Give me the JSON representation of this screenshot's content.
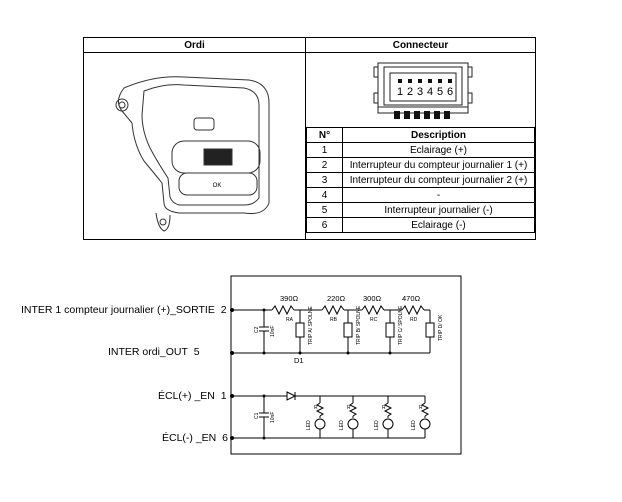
{
  "table": {
    "col_left": "Ordi",
    "col_right": "Connecteur",
    "pin_header_no": "N°",
    "pin_header_desc": "Description",
    "connector_pin_labels": [
      "1",
      "2",
      "3",
      "4",
      "5",
      "6"
    ],
    "switch_label": "OK",
    "pins": [
      {
        "no": "1",
        "desc": "Eclairage (+)"
      },
      {
        "no": "2",
        "desc": "Interrupteur du compteur journalier 1 (+)"
      },
      {
        "no": "3",
        "desc": "Interrupteur du compteur journalier 2 (+)"
      },
      {
        "no": "4",
        "desc": "-"
      },
      {
        "no": "5",
        "desc": "Interrupteur journalier (-)"
      },
      {
        "no": "6",
        "desc": "Eclairage (-)"
      }
    ]
  },
  "circuit": {
    "labels": {
      "inter1": "INTER 1 compteur journalier (+)_SORTIE",
      "inter_out": "INTER ordi_OUT",
      "ecl_plus": "ÉCL(+) _EN",
      "ecl_minus": "ÉCL(-) _EN"
    },
    "pins": {
      "inter1": "2",
      "inter_out": "5",
      "ecl_plus": "1",
      "ecl_minus": "6"
    },
    "resistors": [
      {
        "value": "390Ω",
        "ref": "RA"
      },
      {
        "value": "220Ω",
        "ref": "RB"
      },
      {
        "value": "300Ω",
        "ref": "RC"
      },
      {
        "value": "470Ω",
        "ref": "RD"
      }
    ],
    "switches": [
      "TRIP A/ SPOLNE",
      "TRIP B/ SPOLNE",
      "TRIP C/ SPOLNE",
      "TRIP D/ OK"
    ],
    "diode": "D1",
    "cap_top": "C2",
    "cap_top_val": "10nF",
    "cap_bot": "C1",
    "cap_bot_val": "10nF",
    "led_label": "LED",
    "led_res": "R"
  }
}
